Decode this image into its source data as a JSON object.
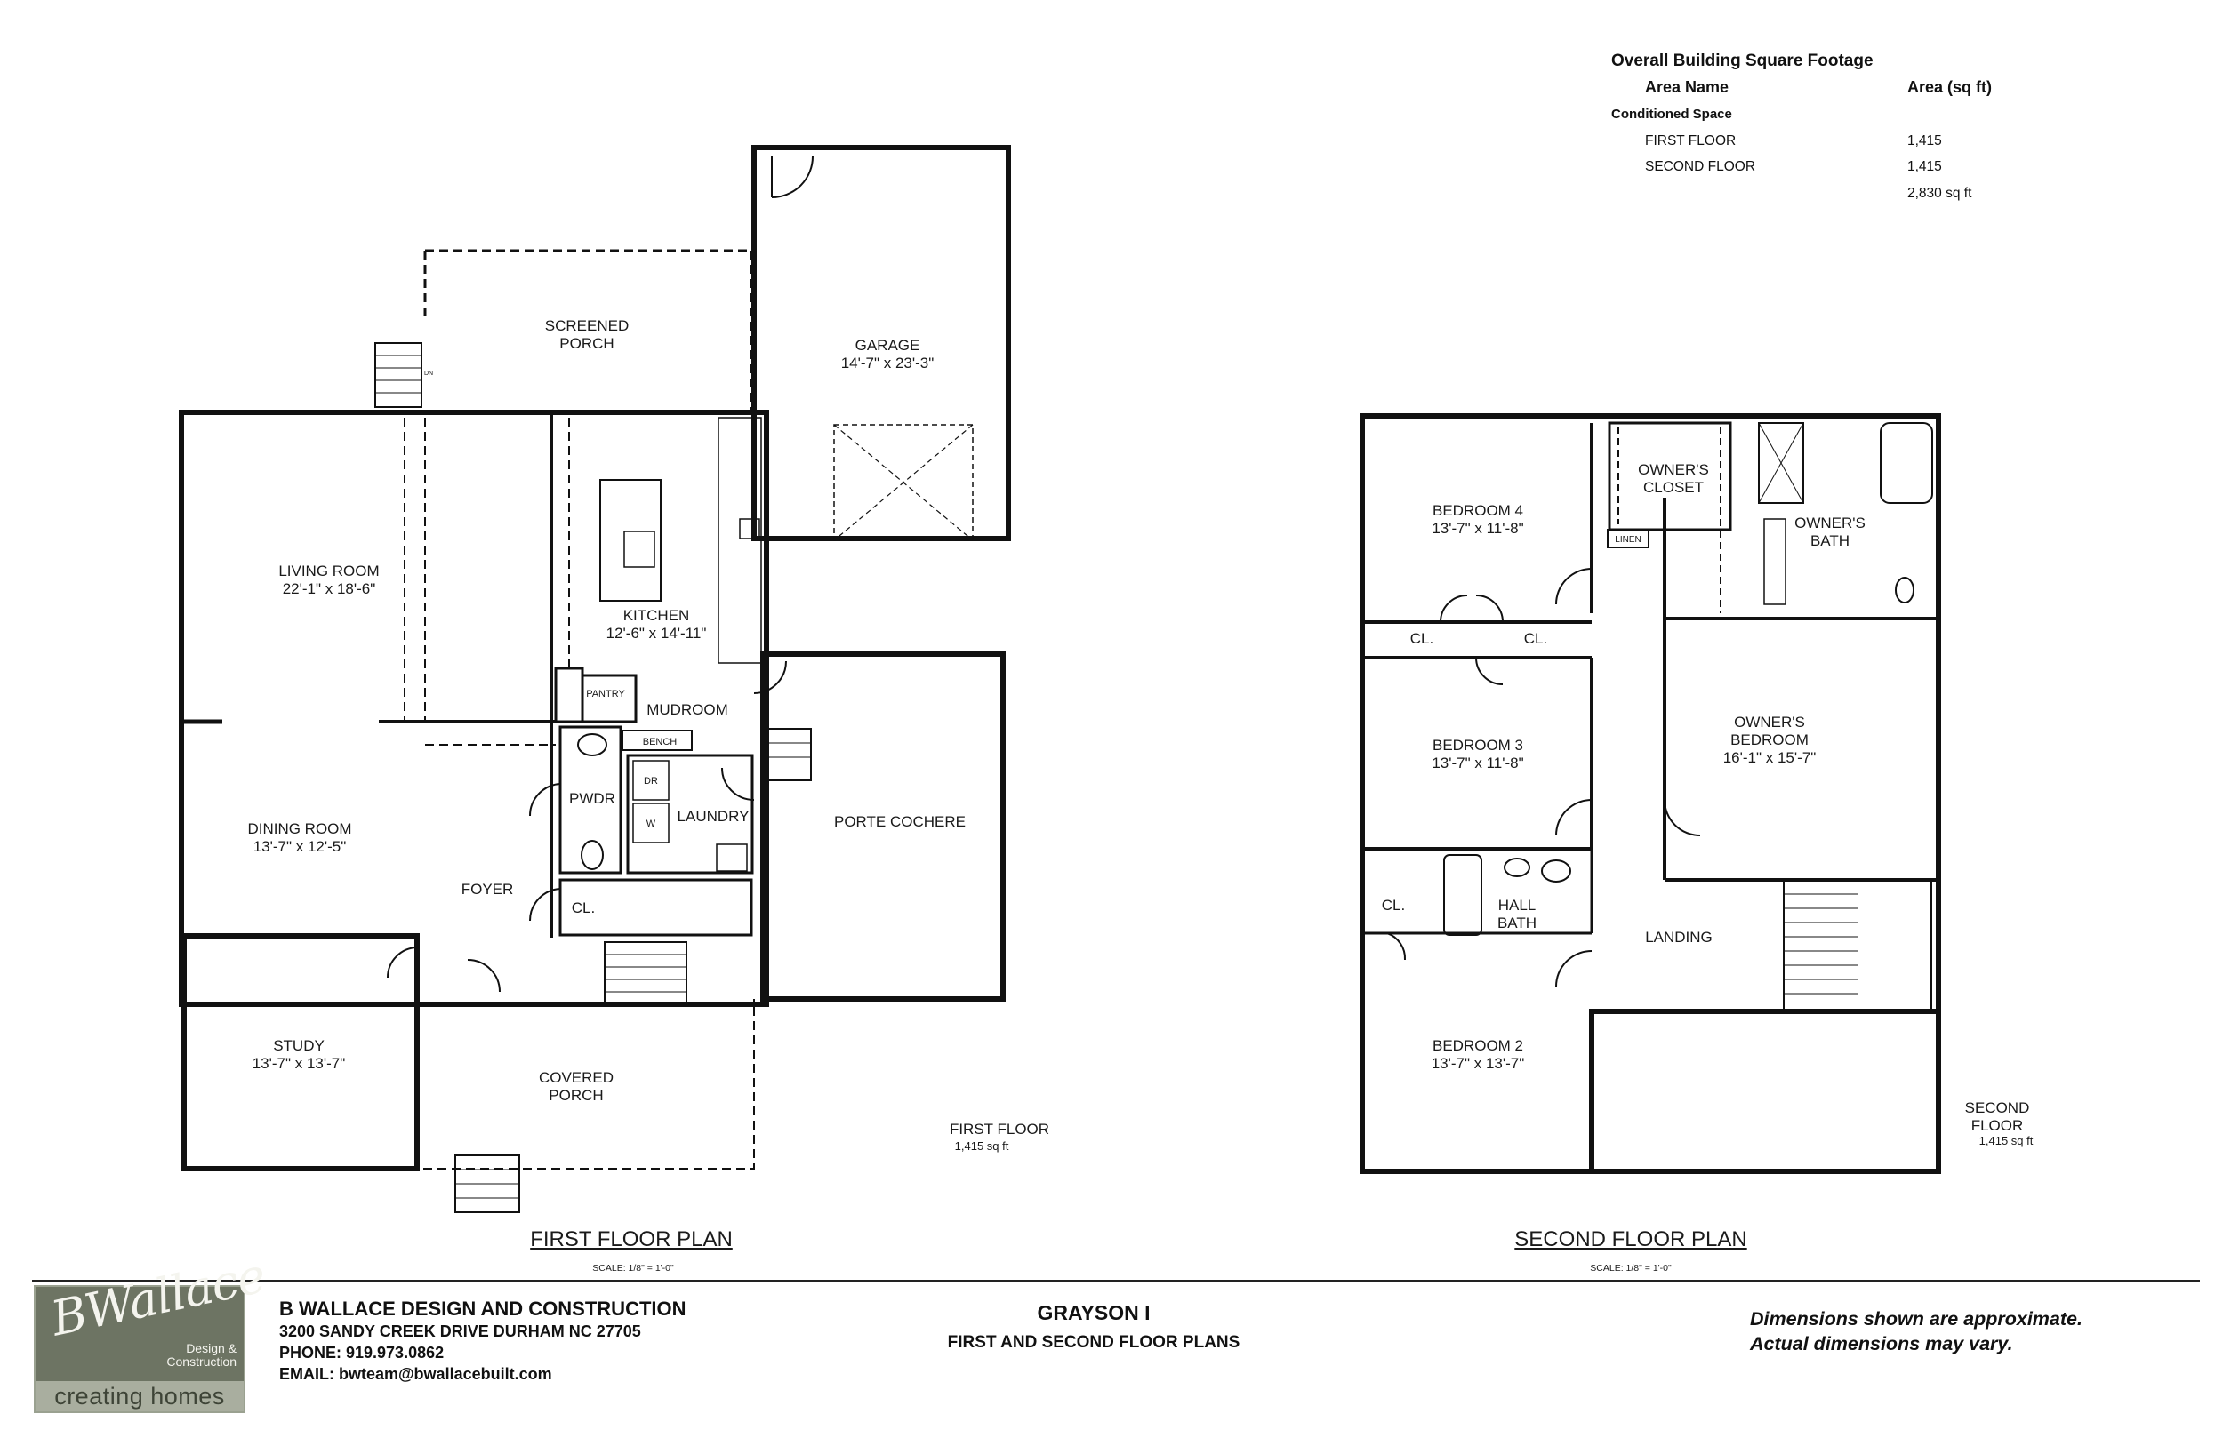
{
  "square_footage": {
    "title": "Overall Building Square Footage",
    "col_area_name": "Area Name",
    "col_area_sqft": "Area (sq ft)",
    "section": "Conditioned Space",
    "rows": [
      {
        "name": "FIRST FLOOR",
        "value": "1,415"
      },
      {
        "name": "SECOND FLOOR",
        "value": "1,415"
      }
    ],
    "total": "2,830 sq ft"
  },
  "first_floor": {
    "rooms": {
      "screened_porch_1": "SCREENED",
      "screened_porch_2": "PORCH",
      "garage_1": "GARAGE",
      "garage_2": "14'-7\" x 23'-3\"",
      "living_1": "LIVING ROOM",
      "living_2": "22'-1\" x 18'-6\"",
      "kitchen_1": "KITCHEN",
      "kitchen_2": "12'-6\" x 14'-11\"",
      "pantry": "PANTRY",
      "mudroom": "MUDROOM",
      "bench": "BENCH",
      "dryer": "DR",
      "washer": "W",
      "pwdr": "PWDR",
      "laundry": "LAUNDRY",
      "dining_1": "DINING ROOM",
      "dining_2": "13'-7\" x 12'-5\"",
      "foyer": "FOYER",
      "closet": "CL.",
      "porte_cochere": "PORTE COCHERE",
      "study_1": "STUDY",
      "study_2": "13'-7\" x 13'-7\"",
      "covered_porch_1": "COVERED",
      "covered_porch_2": "PORCH",
      "stair_dn": "DN",
      "floor_label": "FIRST FLOOR",
      "floor_sqft": "1,415 sq ft"
    },
    "plan_title": "FIRST FLOOR PLAN",
    "scale": "SCALE: 1/8\"   =   1'-0\""
  },
  "second_floor": {
    "rooms": {
      "bed4_1": "BEDROOM 4",
      "bed4_2": "13'-7\" x 11'-8\"",
      "owners_closet_1": "OWNER'S",
      "owners_closet_2": "CLOSET",
      "linen": "LINEN",
      "owners_bath_1": "OWNER'S",
      "owners_bath_2": "BATH",
      "cl_a": "CL.",
      "cl_b": "CL.",
      "bed3_1": "BEDROOM 3",
      "bed3_2": "13'-7\" x 11'-8\"",
      "owners_bed_1": "OWNER'S",
      "owners_bed_2": "BEDROOM",
      "owners_bed_3": "16'-1\" x 15'-7\"",
      "cl_c": "CL.",
      "hall_bath_1": "HALL",
      "hall_bath_2": "BATH",
      "landing": "LANDING",
      "bed2_1": "BEDROOM 2",
      "bed2_2": "13'-7\" x 13'-7\"",
      "floor_label_1": "SECOND",
      "floor_label_2": "FLOOR",
      "floor_sqft": "1,415 sq ft"
    },
    "plan_title": "SECOND FLOOR PLAN",
    "scale": "SCALE: 1/8\"   =   1'-0\""
  },
  "footer": {
    "logo_script": "BWallace",
    "logo_sub_1": "Design &",
    "logo_sub_2": "Construction",
    "logo_tagline": "creating homes",
    "company": "B WALLACE DESIGN AND CONSTRUCTION",
    "address": "3200 SANDY CREEK DRIVE DURHAM NC 27705",
    "phone": "PHONE: 919.973.0862",
    "email": "EMAIL: bwteam@bwallacebuilt.com",
    "project_name": "GRAYSON I",
    "project_subtitle": "FIRST AND SECOND FLOOR PLANS",
    "disclaimer_1": "Dimensions shown are approximate.",
    "disclaimer_2": "Actual dimensions may vary."
  }
}
